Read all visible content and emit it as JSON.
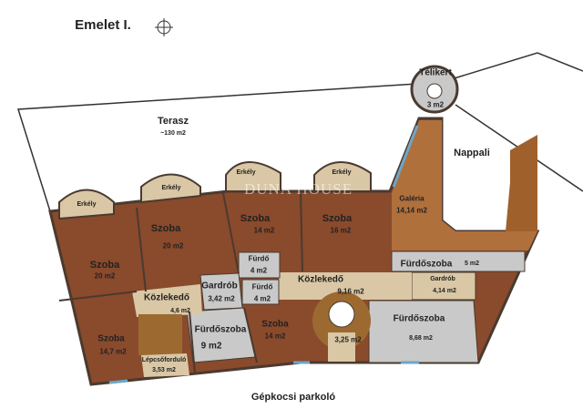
{
  "title": "Emelet I.",
  "watermark": "DUNA HOUSE",
  "outdoor": {
    "terrace": {
      "name": "Terasz",
      "area": "~130 m2"
    },
    "parking": "Gépkocsi parkoló"
  },
  "balconies": [
    "Erkély",
    "Erkély",
    "Erkély",
    "Erkély"
  ],
  "rooms": {
    "telikert": {
      "name": "Télikert",
      "area": "3 m2"
    },
    "nappali": {
      "name": "Nappali"
    },
    "szoba_nw": {
      "name": "Szoba",
      "area": "20 m2"
    },
    "szoba_w": {
      "name": "Szoba",
      "area": "20 m2"
    },
    "szoba_n1": {
      "name": "Szoba",
      "area": "14 m2"
    },
    "szoba_n2": {
      "name": "Szoba",
      "area": "16 m2"
    },
    "galeria": {
      "name": "Galéria",
      "area": "14,14 m2"
    },
    "furdoszoba_e": {
      "name": "Fürdőszoba",
      "area": "5 m2"
    },
    "furdo1": {
      "name": "Fürdő",
      "area": "4 m2"
    },
    "furdo2": {
      "name": "Fürdő",
      "area": "4 m2"
    },
    "gardrob_w": {
      "name": "Gardrób",
      "area": "3,42 m2"
    },
    "kozlekedo_w": {
      "name": "Közlekedő",
      "area": "4,6 m2"
    },
    "kozlekedo_c": {
      "name": "Közlekedő",
      "area": "9,16 m2"
    },
    "gardrob_e": {
      "name": "Gardrób",
      "area": "4,14 m2"
    },
    "szoba_s": {
      "name": "Szoba",
      "area": "14 m2"
    },
    "stair_c": {
      "area": "3,25 m2"
    },
    "furdoszoba_se": {
      "name": "Fürdőszoba",
      "area": "8,68 m2"
    },
    "szoba_sw": {
      "name": "Szoba",
      "area": "14,7 m2"
    },
    "furdoszoba_s": {
      "name": "Fürdőszoba",
      "area": "9 m2"
    },
    "lepcsoforduló": {
      "name": "Lépcsőforduló",
      "area": "3,53 m2"
    }
  },
  "colors": {
    "wood": "#8a4a2c",
    "wood_light": "#b0703c",
    "tile": "#c9c9c9",
    "beige": "#d9c7a5",
    "window": "#6fa6c8",
    "wall": "#4a3a30"
  }
}
